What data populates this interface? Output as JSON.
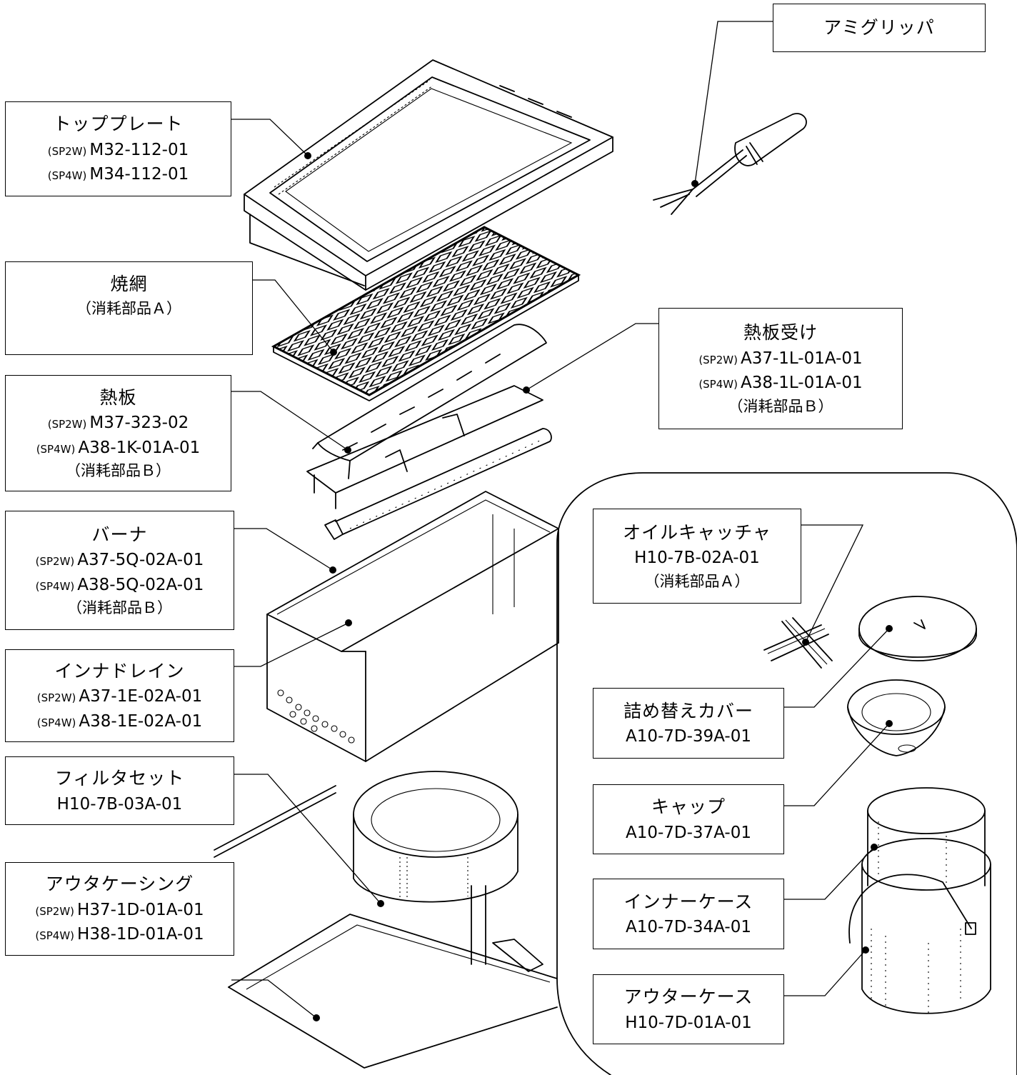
{
  "labels": {
    "ami_gripper": {
      "title": "アミグリッパ"
    },
    "top_plate": {
      "title": "トッププレート",
      "l1_prefix": "(SP2W)",
      "l1": "M32-112-01",
      "l2_prefix": "(SP4W)",
      "l2": "M34-112-01"
    },
    "grill_net": {
      "title": "焼網",
      "note": "（消耗部品Ａ）"
    },
    "heat_plate": {
      "title": "熱板",
      "l1_prefix": "(SP2W)",
      "l1": "M37-323-02",
      "l2_prefix": "(SP4W)",
      "l2": "A38-1K-01A-01",
      "note": "（消耗部品Ｂ）"
    },
    "heat_plate_holder": {
      "title": "熱板受け",
      "l1_prefix": "(SP2W)",
      "l1": "A37-1L-01A-01",
      "l2_prefix": "(SP4W)",
      "l2": "A38-1L-01A-01",
      "note": "（消耗部品Ｂ）"
    },
    "burner": {
      "title": "バーナ",
      "l1_prefix": "(SP2W)",
      "l1": "A37-5Q-02A-01",
      "l2_prefix": "(SP4W)",
      "l2": "A38-5Q-02A-01",
      "note": "（消耗部品Ｂ）"
    },
    "inner_drain": {
      "title": "インナドレイン",
      "l1_prefix": "(SP2W)",
      "l1": "A37-1E-02A-01",
      "l2_prefix": "(SP4W)",
      "l2": "A38-1E-02A-01"
    },
    "filter_set": {
      "title": "フィルタセット",
      "code": "H10-7B-03A-01"
    },
    "outer_casing": {
      "title": "アウタケーシング",
      "l1_prefix": "(SP2W)",
      "l1": "H37-1D-01A-01",
      "l2_prefix": "(SP4W)",
      "l2": "H38-1D-01A-01"
    },
    "oil_catcher": {
      "title": "オイルキャッチャ",
      "code": "H10-7B-02A-01",
      "note": "（消耗部品Ａ）"
    },
    "refill_cover": {
      "title": "詰め替えカバー",
      "code": "A10-7D-39A-01"
    },
    "cap": {
      "title": "キャップ",
      "code": "A10-7D-37A-01"
    },
    "inner_case": {
      "title": "インナーケース",
      "code": "A10-7D-34A-01"
    },
    "outer_case": {
      "title": "アウターケース",
      "code": "H10-7D-01A-01"
    }
  }
}
